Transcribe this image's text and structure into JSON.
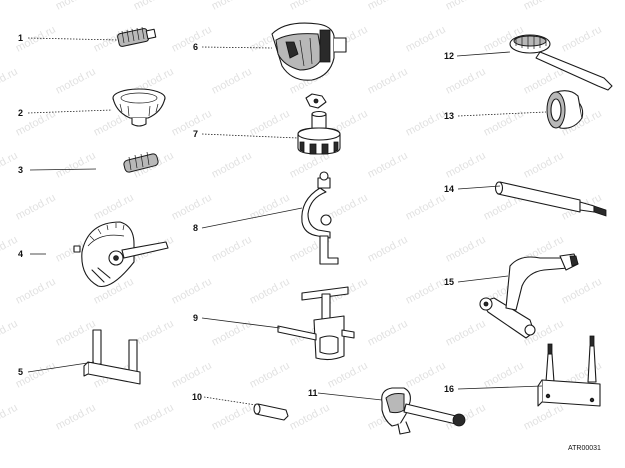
{
  "watermark": "motod.ru",
  "labels": {
    "n1": "1",
    "n2": "2",
    "n3": "3",
    "n4": "4",
    "n5": "5",
    "n6": "6",
    "n7": "7",
    "n8": "8",
    "n9": "9",
    "n10": "10",
    "n11": "11",
    "n12": "12",
    "n13": "13",
    "n14": "14",
    "n15": "15",
    "n16": "16"
  },
  "reference_code": "ATR00031"
}
